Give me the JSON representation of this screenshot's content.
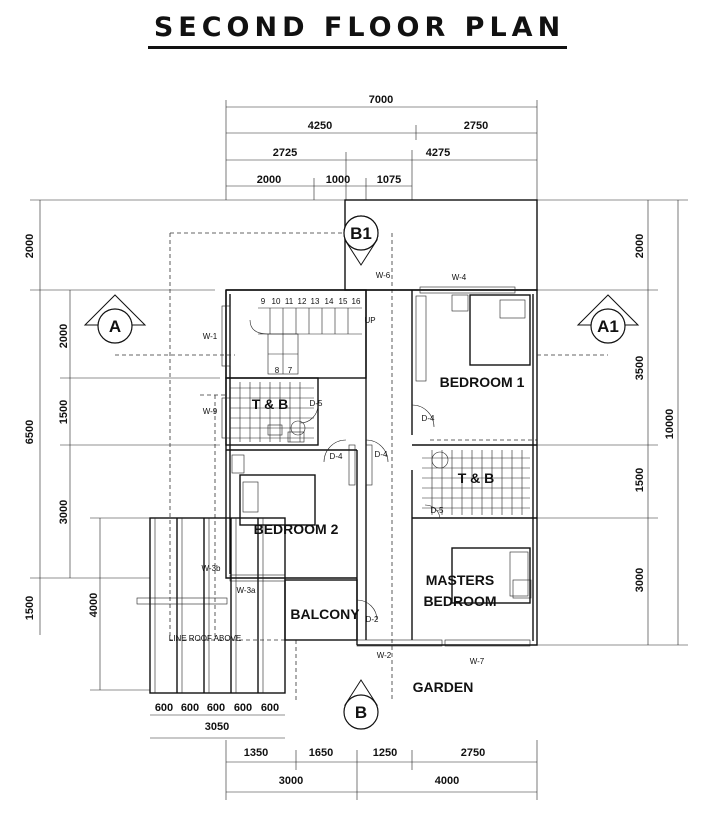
{
  "title": "SECOND FLOOR PLAN",
  "dimensions": {
    "top_row1": [
      "7000"
    ],
    "top_row2": [
      "4250",
      "2750"
    ],
    "top_row3": [
      "2725",
      "4275"
    ],
    "top_row4": [
      "2000",
      "1000",
      "1075"
    ],
    "left_outer": [
      "2000",
      "6500",
      "1500"
    ],
    "left_inner": [
      "2000",
      "1500",
      "3000",
      "4000"
    ],
    "right_inner": [
      "2000",
      "3500",
      "1500",
      "3000"
    ],
    "right_outer": [
      "10000"
    ],
    "bottom_row1": [
      "600",
      "600",
      "600",
      "600",
      "600"
    ],
    "bottom_row1_total": "3050",
    "bottom_row2": [
      "1350",
      "1650",
      "1250",
      "2750"
    ],
    "bottom_row3": [
      "3000",
      "4000"
    ]
  },
  "rooms": {
    "bedroom1": "BEDROOM 1",
    "bedroom2": "BEDROOM 2",
    "tb_left": "T & B",
    "tb_right": "T & B",
    "master_line1": "MASTERS",
    "master_line2": "BEDROOM",
    "balcony": "BALCONY",
    "garden": "GARDEN"
  },
  "stairs": {
    "steps_top": [
      "9",
      "10",
      "11",
      "12",
      "13",
      "14",
      "15",
      "16"
    ],
    "steps_bottom": [
      "8",
      "7"
    ],
    "up_label": "UP"
  },
  "section_markers": {
    "A": "A",
    "A1": "A1",
    "B": "B",
    "B1": "B1"
  },
  "openings": {
    "w1": "W-1",
    "w2": "W-2",
    "w3a": "W-3a",
    "w3b": "W-3b",
    "w4": "W-4",
    "w6": "W-6",
    "w7": "W-7",
    "w9": "W-9",
    "d2": "D-2",
    "d4a": "D-4",
    "d4b": "D-4",
    "d4c": "D-4",
    "d5a": "D-5",
    "d5b": "D-5"
  },
  "notes": {
    "roof_line": "LINE ROOF ABOVE"
  }
}
